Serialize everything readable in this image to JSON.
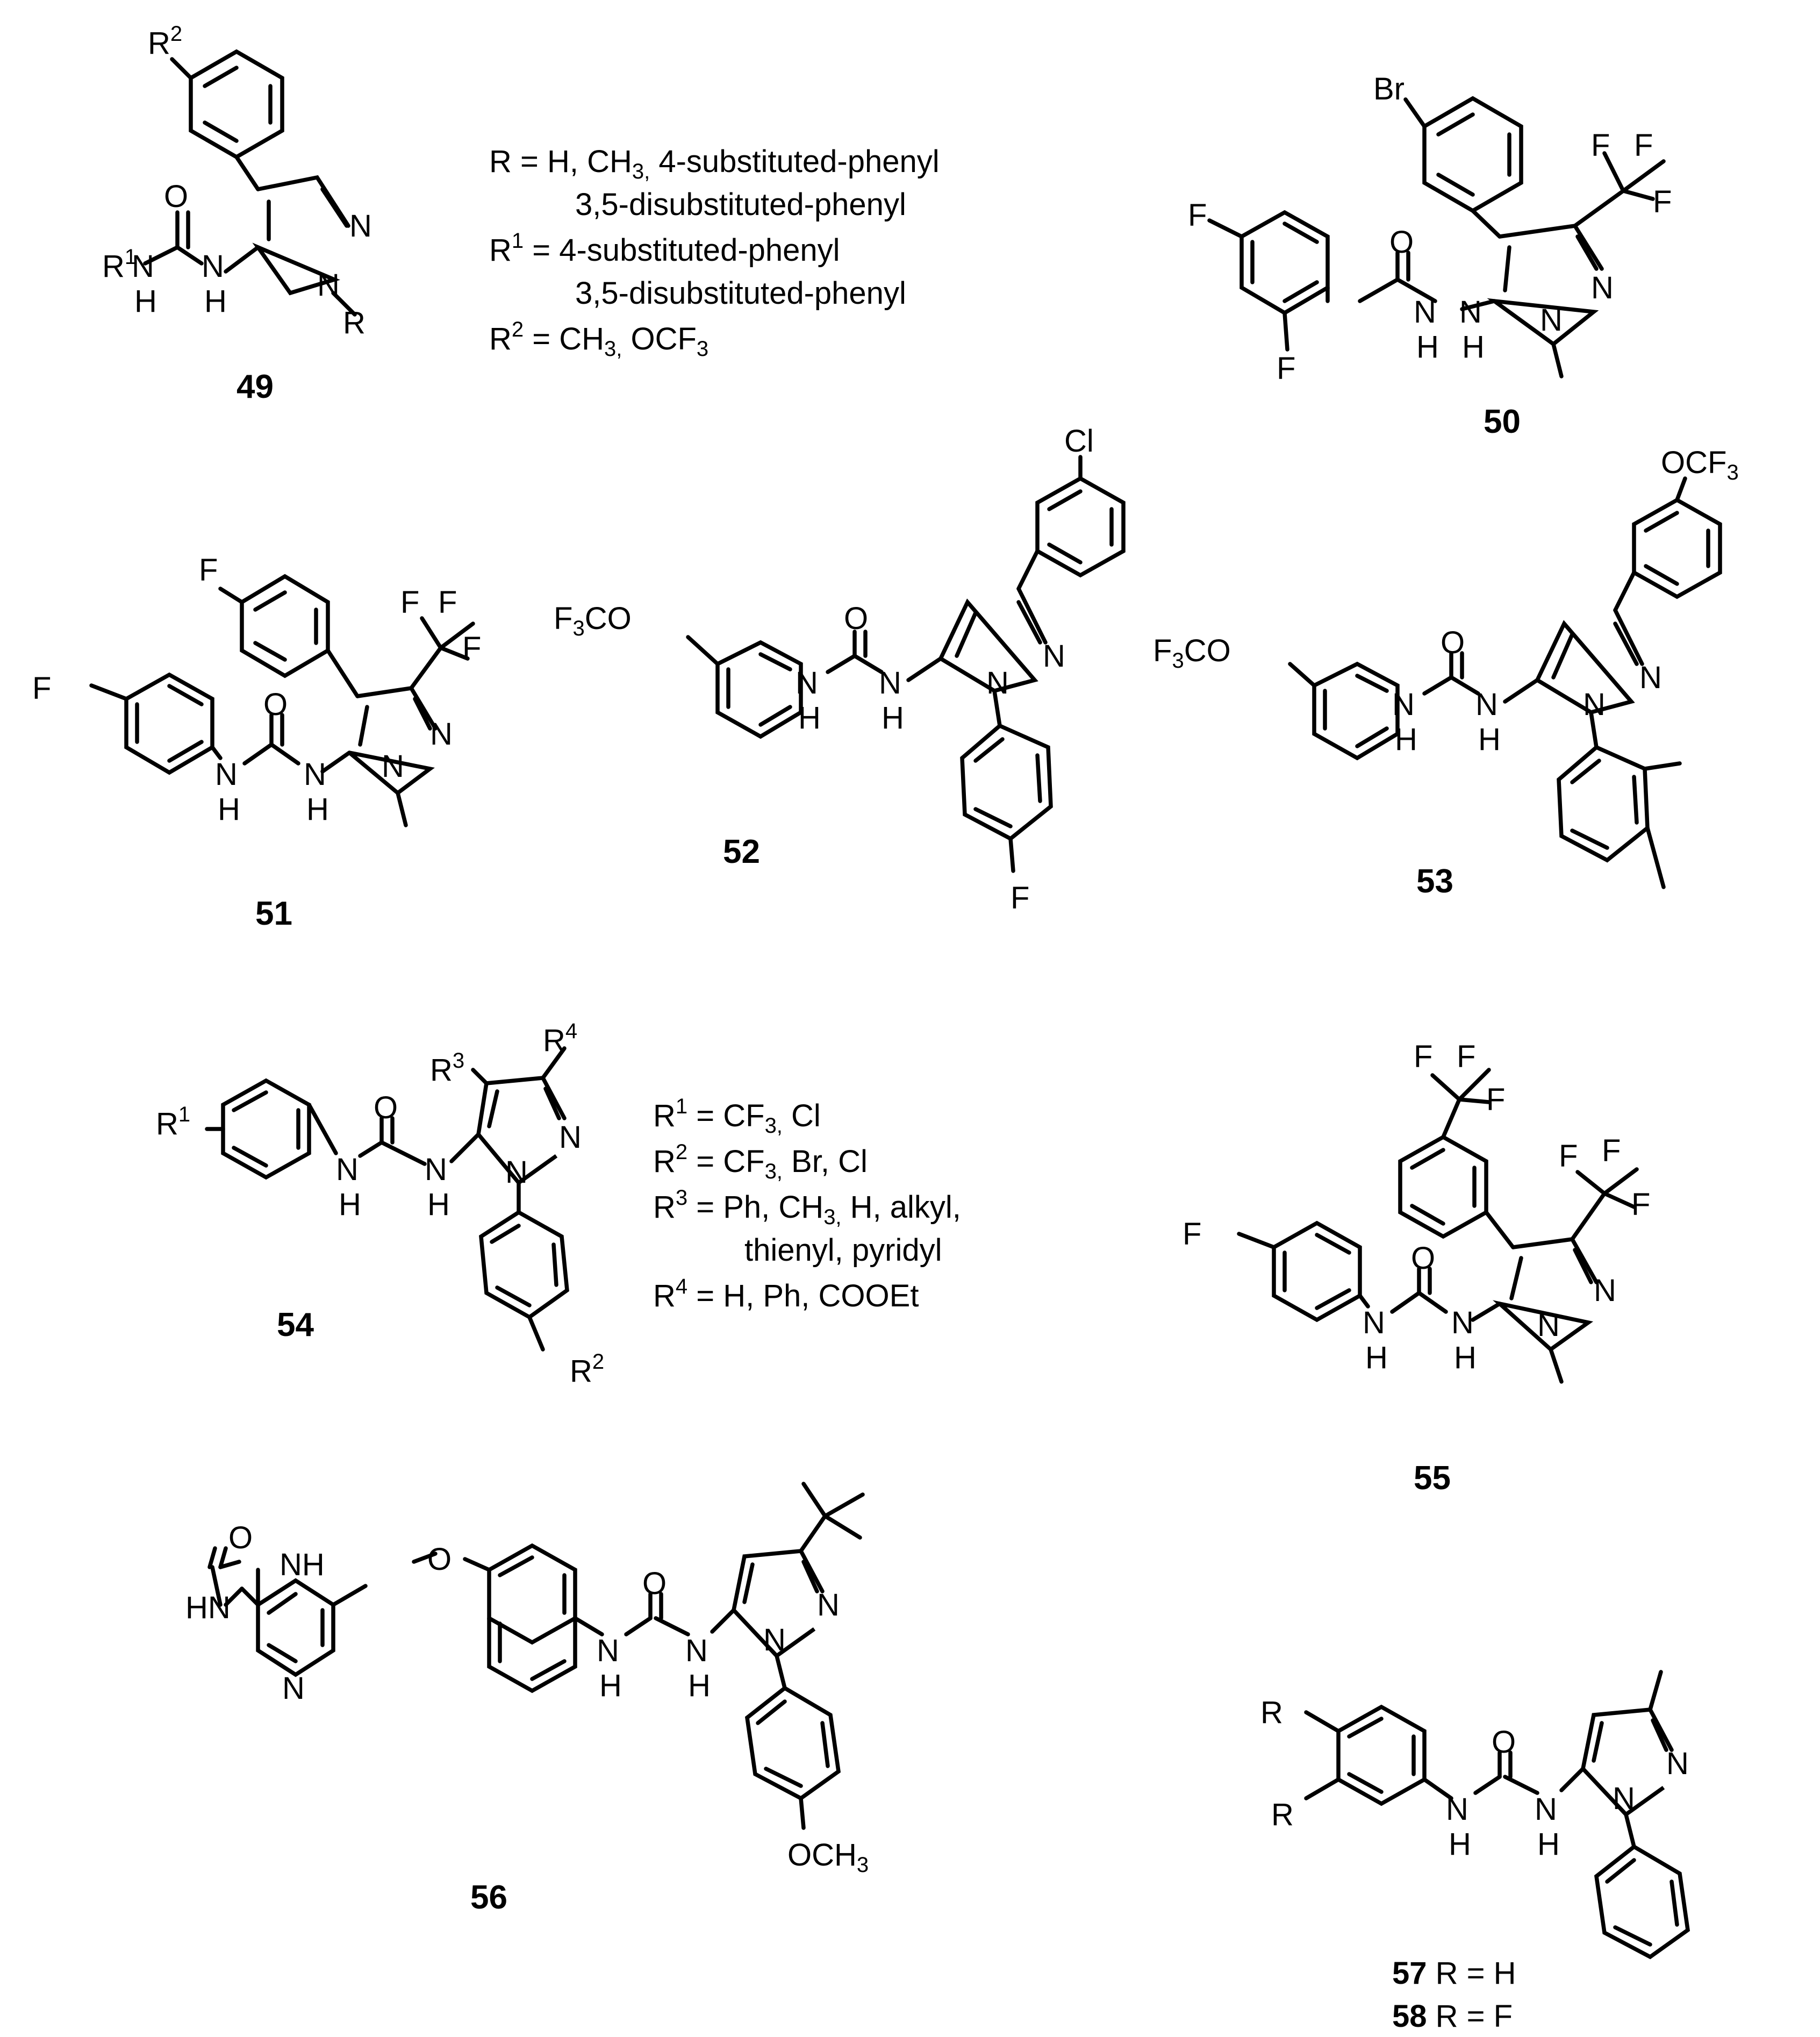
{
  "compounds": [
    {
      "id": "49",
      "labels": {
        "r2": "R",
        "r2_sup": "2",
        "r1": "R",
        "r1_sup": "1",
        "nh1": "N",
        "h1": "H",
        "o": "O",
        "n1": "N",
        "h2": "H",
        "nr": "N",
        "n2": "N",
        "r": "R"
      },
      "notes": [
        {
          "main": "R  = H, CH",
          "sub": "3,",
          "tail": " 4-substituted-phenyl"
        },
        {
          "main": "3,5-disubstituted-phenyl"
        },
        {
          "main": "R",
          "sup": "1",
          "tail": " =  4-substituted-phenyl"
        },
        {
          "main": "3,5-disubstituted-phenyl"
        },
        {
          "main": "R",
          "sup": "2",
          "tail": " = CH",
          "sub": "3,",
          "tail2": " OCF",
          "sub2": "3"
        }
      ]
    },
    {
      "id": "50",
      "labels": {
        "br": "Br",
        "f1": "F",
        "f2": "F",
        "f3": "F",
        "f4": "F",
        "f5": "F",
        "o": "O",
        "nh1": "N",
        "h1": "H",
        "nh2": "N",
        "h2": "H",
        "n1": "N",
        "n2": "N"
      }
    },
    {
      "id": "51",
      "labels": {
        "f1": "F",
        "f2": "F",
        "f3": "F",
        "f4": "F",
        "f5": "F",
        "o": "O",
        "nh1": "N",
        "h1": "H",
        "nh2": "N",
        "h2": "H",
        "n1": "N",
        "n2": "N"
      }
    },
    {
      "id": "52",
      "labels": {
        "cl": "Cl",
        "f3co": "F",
        "f3co_sub": "3",
        "f3co_tail": "CO",
        "o": "O",
        "nh1": "N",
        "h1": "H",
        "nh2": "N",
        "h2": "H",
        "n1": "N",
        "n2": "N",
        "f": "F"
      }
    },
    {
      "id": "53",
      "labels": {
        "ocf3": "OCF",
        "ocf3_sub": "3",
        "f3co": "F",
        "f3co_sub": "3",
        "f3co_tail": "CO",
        "o": "O",
        "nh1": "N",
        "h1": "H",
        "nh2": "N",
        "h2": "H",
        "n1": "N",
        "n2": "N"
      }
    },
    {
      "id": "54",
      "labels": {
        "r1": "R",
        "r1_sup": "1",
        "r3": "R",
        "r3_sup": "3",
        "r4": "R",
        "r4_sup": "4",
        "r2": "R",
        "r2_sup": "2",
        "o": "O",
        "nh1": "N",
        "h1": "H",
        "nh2": "N",
        "h2": "H",
        "n1": "N",
        "n2": "N"
      },
      "notes": [
        {
          "main": "R",
          "sup": "1",
          "tail": " = CF",
          "sub": "3,",
          "tail2": " Cl"
        },
        {
          "main": "R",
          "sup": "2",
          "tail": " = CF",
          "sub": "3,",
          "tail2": " Br, Cl"
        },
        {
          "main": "R",
          "sup": "3",
          "tail": " = Ph, CH",
          "sub": "3,",
          "tail2": " H, alkyl,"
        },
        {
          "main": "thienyl, pyridyl"
        },
        {
          "main": "R",
          "sup": "4",
          "tail": " = H, Ph, COOEt"
        }
      ]
    },
    {
      "id": "55",
      "labels": {
        "f1": "F",
        "f2": "F",
        "f3": "F",
        "f4": "F",
        "f5": "F",
        "f6": "F",
        "f7": "F",
        "o": "O",
        "nh1": "N",
        "h1": "H",
        "nh2": "N",
        "h2": "H",
        "n1": "N",
        "n2": "N"
      }
    },
    {
      "id": "56",
      "labels": {
        "o1": "O",
        "nh_a": "NH",
        "hn": "HN",
        "n_py": "N",
        "o2": "O",
        "o3": "O",
        "nh1": "N",
        "h1": "H",
        "nh2": "N",
        "h2": "H",
        "n1": "N",
        "n2": "N",
        "och3": "OCH",
        "och3_sub": "3"
      }
    },
    {
      "id": "57",
      "caption": " R = H"
    },
    {
      "id": "58",
      "caption": " R = F",
      "labels": {
        "r1": "R",
        "r2": "R",
        "o": "O",
        "nh1": "N",
        "h1": "H",
        "nh2": "N",
        "h2": "H",
        "n1": "N",
        "n2": "N"
      }
    }
  ]
}
